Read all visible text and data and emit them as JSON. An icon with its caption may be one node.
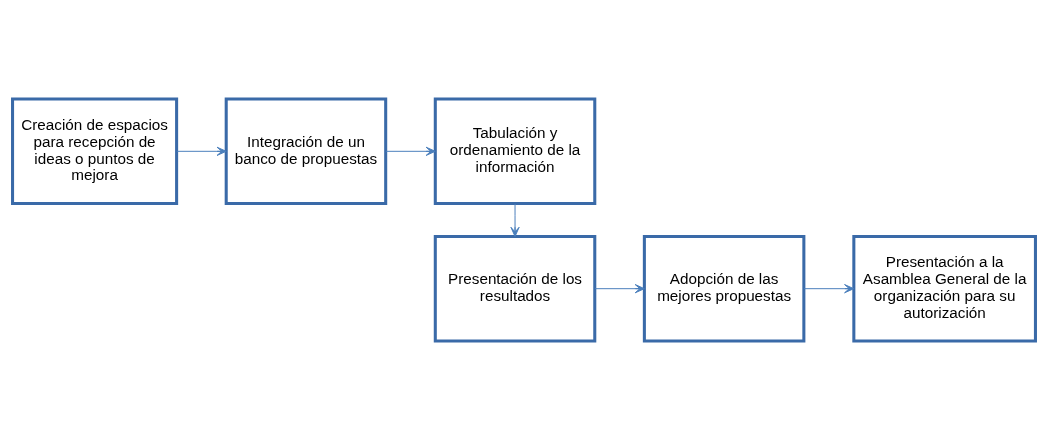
{
  "diagram": {
    "nodes": [
      {
        "text": [
          "Creación de espacios para recepción de ideas o puntos de mejora"
        ]
      },
      {
        "text": [
          "Integración de un banco de propuestas"
        ]
      },
      {
        "text": [
          "Tabulación y ordenamiento de la información"
        ]
      },
      {
        "text": [
          "Presentación de los resultados"
        ]
      },
      {
        "text": [
          "Adopción de las mejores propuestas"
        ]
      },
      {
        "text": [
          "Presentación a la Asamblea General de la organización para su autorización"
        ]
      }
    ],
    "edges": [
      {
        "from": 0,
        "to": 1,
        "arrow": "to"
      },
      {
        "from": 1,
        "to": 2,
        "arrow": "to"
      },
      {
        "from": 2,
        "to": 3,
        "arrow": "to"
      },
      {
        "from": 3,
        "to": 4,
        "arrow": "to"
      },
      {
        "from": 4,
        "to": 5,
        "arrow": "to"
      }
    ]
  }
}
